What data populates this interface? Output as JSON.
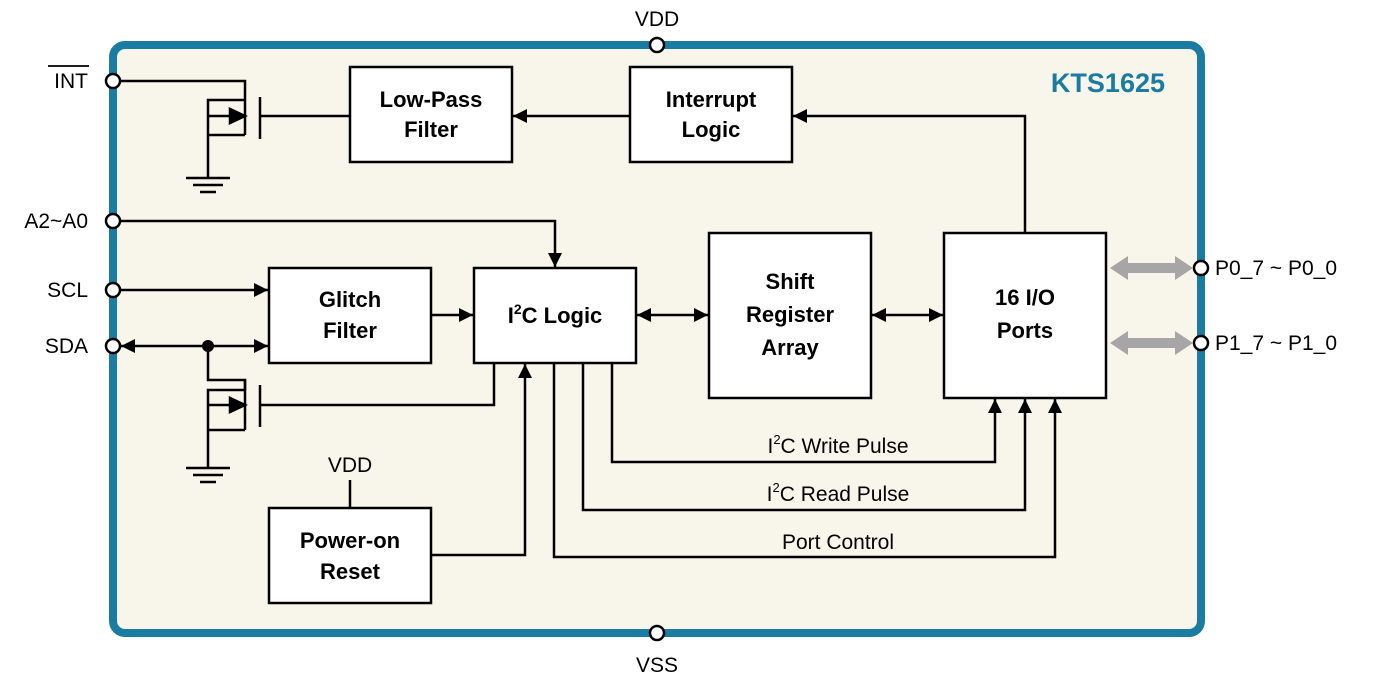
{
  "chip": {
    "name": "KTS1625",
    "name_color": "#1a7ba3",
    "border_color": "#1a7ba3",
    "fill_color": "#f8f5ea"
  },
  "pins": {
    "vdd_top": "VDD",
    "vss_bottom": "VSS",
    "int": "INT",
    "a2a0": "A2~A0",
    "scl": "SCL",
    "sda": "SDA",
    "p0": "P0_7 ~ P0_0",
    "p1": "P1_7 ~ P1_0"
  },
  "blocks": {
    "low_pass": [
      "Low-Pass",
      "Filter"
    ],
    "interrupt": [
      "Interrupt",
      "Logic"
    ],
    "glitch": [
      "Glitch",
      "Filter"
    ],
    "i2c_logic": {
      "main": "I",
      "sup": "2",
      "rest": "C Logic"
    },
    "shift": [
      "Shift",
      "Register",
      "Array"
    ],
    "ports": [
      "16 I/O",
      "Ports"
    ],
    "por": [
      "Power-on",
      "Reset"
    ],
    "por_vdd": "VDD"
  },
  "signals": {
    "write": {
      "main": "I",
      "sup": "2",
      "rest": "C Write Pulse"
    },
    "read": {
      "main": "I",
      "sup": "2",
      "rest": "C Read Pulse"
    },
    "port_control": "Port Control"
  },
  "colors": {
    "line": "#000000",
    "bus_arrow": "#a6a6a6"
  }
}
